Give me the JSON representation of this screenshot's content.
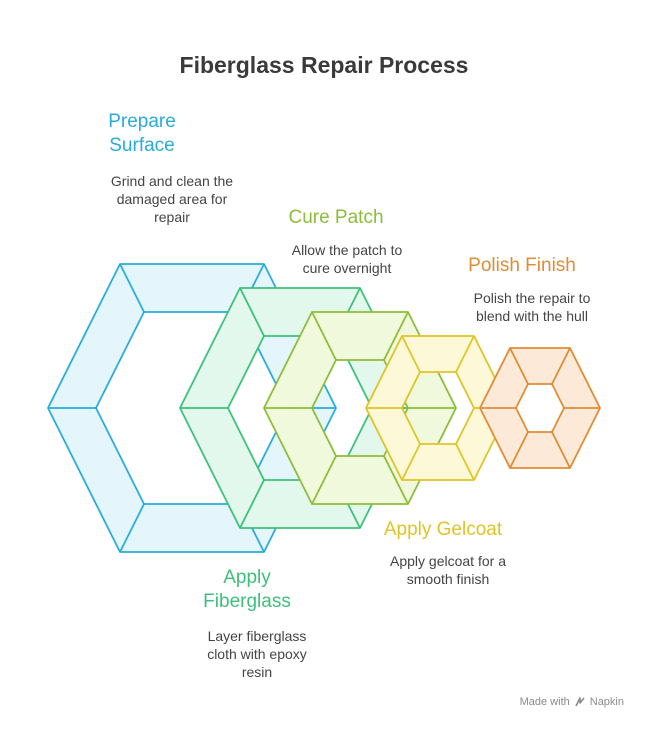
{
  "title": "Fiberglass Repair Process",
  "steps": [
    {
      "title": "Prepare\nSurface",
      "desc": "Grind and clean the\ndamaged area for\nrepair",
      "color": "#29acd9",
      "fill": "#e4f5fb"
    },
    {
      "title": "Apply\nFiberglass",
      "desc": "Layer fiberglass\ncloth with epoxy\nresin",
      "color": "#3ec07a",
      "fill": "#e3f8ec"
    },
    {
      "title": "Cure Patch",
      "desc": "Allow the patch to\ncure overnight",
      "color": "#8dbd3a",
      "fill": "#f0f9db"
    },
    {
      "title": "Apply Gelcoat",
      "desc": "Apply gelcoat for a\nsmooth finish",
      "color": "#e0c325",
      "fill": "#fdf8d8"
    },
    {
      "title": "Polish Finish",
      "desc": "Polish the repair to\nblend with the hull",
      "color": "#e08c36",
      "fill": "#fde9d8"
    }
  ],
  "footer": {
    "made_with": "Made with",
    "brand": "Napkin",
    "icon": "napkin-logo-icon"
  }
}
